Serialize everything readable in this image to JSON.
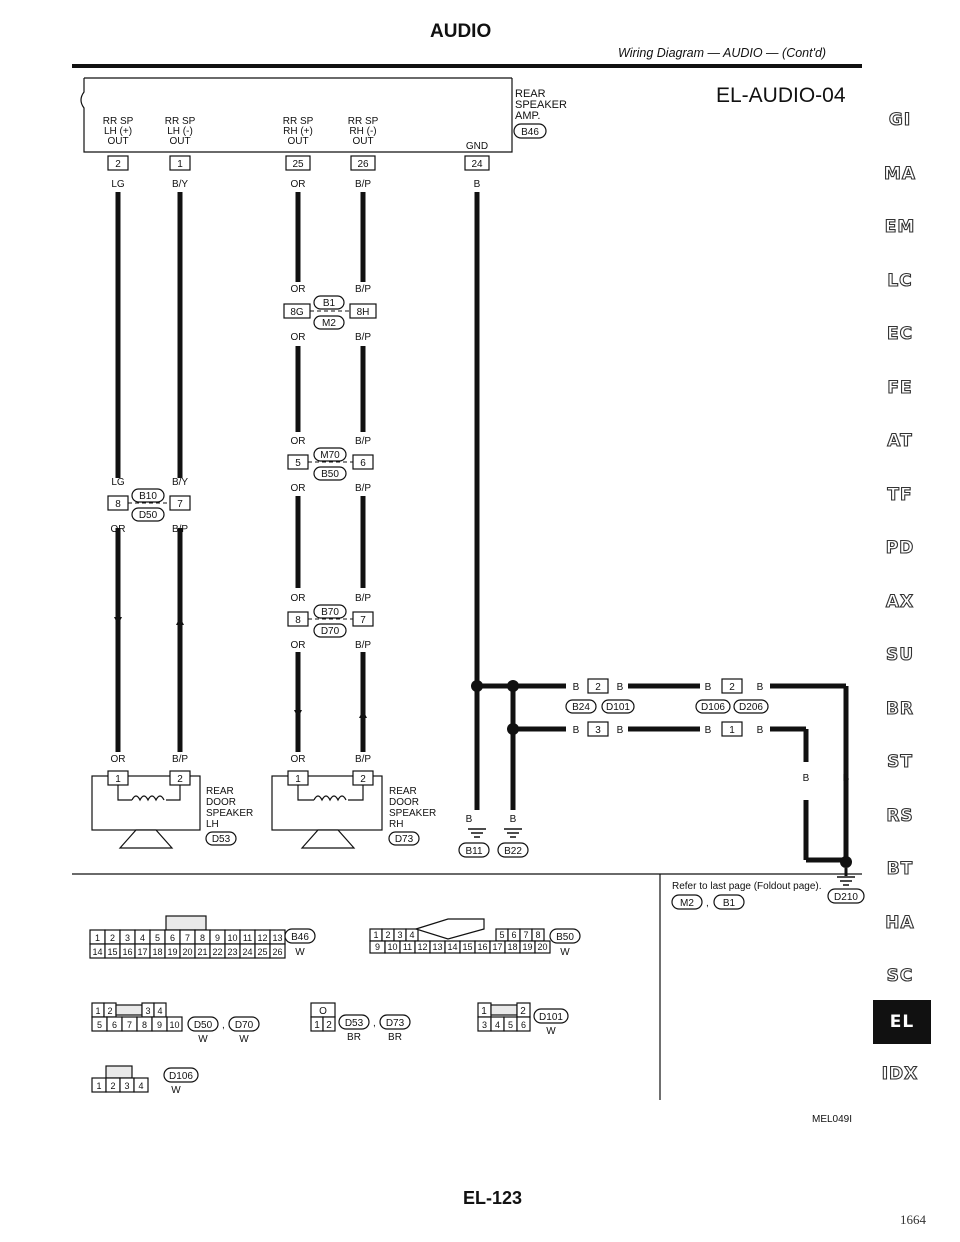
{
  "header": {
    "section": "AUDIO",
    "subtitle": "Wiring Diagram — AUDIO — (Cont'd)",
    "diagram_id": "EL-AUDIO-04"
  },
  "side_tabs": [
    "GI",
    "MA",
    "EM",
    "LC",
    "EC",
    "FE",
    "AT",
    "TF",
    "PD",
    "AX",
    "SU",
    "BR",
    "ST",
    "RS",
    "BT",
    "HA",
    "SC",
    "EL",
    "IDX"
  ],
  "active_tab": "EL",
  "amp": {
    "name_lines": [
      "REAR",
      "SPEAKER",
      "AMP."
    ],
    "connector": "B46",
    "terminals": [
      {
        "label": [
          "RR SP",
          "LH (+)",
          "OUT"
        ],
        "pin": "2",
        "color": "LG"
      },
      {
        "label": [
          "RR SP",
          "LH (-)",
          "OUT"
        ],
        "pin": "1",
        "color": "B/Y"
      },
      {
        "label": [
          "RR SP",
          "RH (+)",
          "OUT"
        ],
        "pin": "25",
        "color": "OR"
      },
      {
        "label": [
          "RR SP",
          "RH (-)",
          "OUT"
        ],
        "pin": "26",
        "color": "B/P"
      },
      {
        "label": [
          "GND"
        ],
        "pin": "24",
        "color": "B"
      }
    ]
  },
  "junctions": {
    "b1_m2": {
      "conn_top": "B1",
      "conn_bot": "M2",
      "pin_l": "8G",
      "pin_r": "8H",
      "top_l": "OR",
      "top_r": "B/P",
      "bot_l": "OR",
      "bot_r": "B/P"
    },
    "m70_b50": {
      "conn_top": "M70",
      "conn_bot": "B50",
      "pin_l": "5",
      "pin_r": "6",
      "top_l": "OR",
      "top_r": "B/P",
      "bot_l": "OR",
      "bot_r": "B/P"
    },
    "b70_d70": {
      "conn_top": "B70",
      "conn_bot": "D70",
      "pin_l": "8",
      "pin_r": "7",
      "top_l": "OR",
      "top_r": "B/P",
      "bot_l": "OR",
      "bot_r": "B/P"
    },
    "b10_d50": {
      "conn_top": "B10",
      "conn_bot": "D50",
      "pin_l": "8",
      "pin_r": "7",
      "top_l": "LG",
      "top_r": "B/Y",
      "bot_l": "OR",
      "bot_r": "B/P"
    }
  },
  "speakers": {
    "lh": {
      "name_lines": [
        "REAR",
        "DOOR",
        "SPEAKER",
        "LH"
      ],
      "connector": "D53",
      "pin1": "1",
      "pin2": "2",
      "w1": "OR",
      "w2": "B/P"
    },
    "rh": {
      "name_lines": [
        "REAR",
        "DOOR",
        "SPEAKER",
        "RH"
      ],
      "connector": "D73",
      "pin1": "1",
      "pin2": "2",
      "w1": "OR",
      "w2": "B/P"
    }
  },
  "ground": {
    "b24_d101": {
      "conn_l": "B24",
      "conn_r": "D101",
      "pin_top": "2",
      "pin_bot": "3",
      "wire": "B"
    },
    "d106_d206": {
      "conn_l": "D106",
      "conn_r": "D206",
      "pin_top": "2",
      "pin_bot": "1",
      "wire": "B"
    },
    "wire_left": "B",
    "wire_mid": "B",
    "wire_r1": "B",
    "wire_r2": "B",
    "g1": "B11",
    "g2": "B22",
    "g3": "D210"
  },
  "refer_note": {
    "text": "Refer to last page (Foldout page).",
    "conn1": "M2",
    "conn2": "B1"
  },
  "connector_views": [
    {
      "conn": "B46",
      "color": "W",
      "rows": [
        [
          "1",
          "2",
          "3",
          "4",
          "5",
          "6",
          "7",
          "8",
          "9",
          "10",
          "11",
          "12",
          "13"
        ],
        [
          "14",
          "15",
          "16",
          "17",
          "18",
          "19",
          "20",
          "21",
          "22",
          "23",
          "24",
          "25",
          "26"
        ]
      ]
    },
    {
      "conn": "B50",
      "color": "W",
      "rows": [
        [
          "1",
          "2",
          "3",
          "4",
          "5",
          "6",
          "7",
          "8"
        ],
        [
          "9",
          "10",
          "11",
          "12",
          "13",
          "14",
          "15",
          "16",
          "17",
          "18",
          "19",
          "20"
        ]
      ]
    },
    {
      "conn": "D50",
      "conn2": "D70",
      "color": "W",
      "color2": "W",
      "rows": [
        [
          "1",
          "2",
          "3",
          "4"
        ],
        [
          "5",
          "6",
          "7",
          "8",
          "9",
          "10"
        ]
      ]
    },
    {
      "conn": "D53",
      "conn2": "D73",
      "color": "BR",
      "color2": "BR",
      "rows": [
        [
          "O"
        ],
        [
          "1",
          "2"
        ]
      ]
    },
    {
      "conn": "D101",
      "color": "W",
      "rows": [
        [
          "1",
          "2"
        ],
        [
          "3",
          "4",
          "5",
          "6"
        ]
      ]
    },
    {
      "conn": "D106",
      "color": "W",
      "rows": [
        [
          "1",
          "2",
          "3",
          "4"
        ]
      ]
    }
  ],
  "footer": {
    "figure_code": "MEL049I",
    "page": "EL-123",
    "book_page": "1664"
  }
}
